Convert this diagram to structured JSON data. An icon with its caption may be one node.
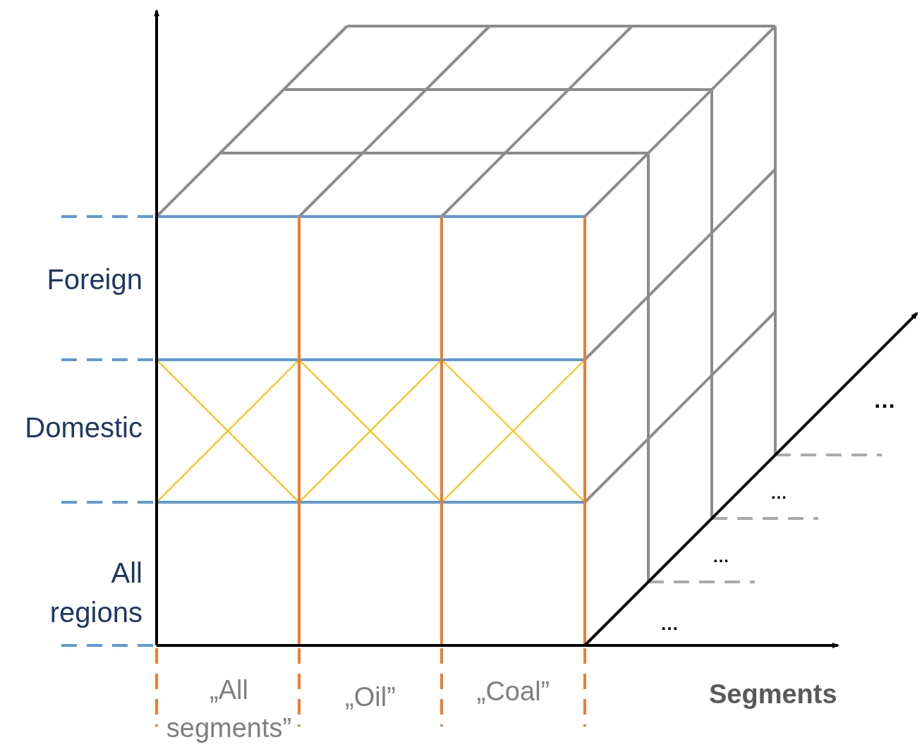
{
  "diagram": {
    "labels": [
      "Foreign",
      "…",
      "Domestic",
      "…",
      "…",
      "All regions",
      "…",
      "„All segments”",
      "„Oil”",
      "„Coal”",
      "Segments"
    ]
  }
}
